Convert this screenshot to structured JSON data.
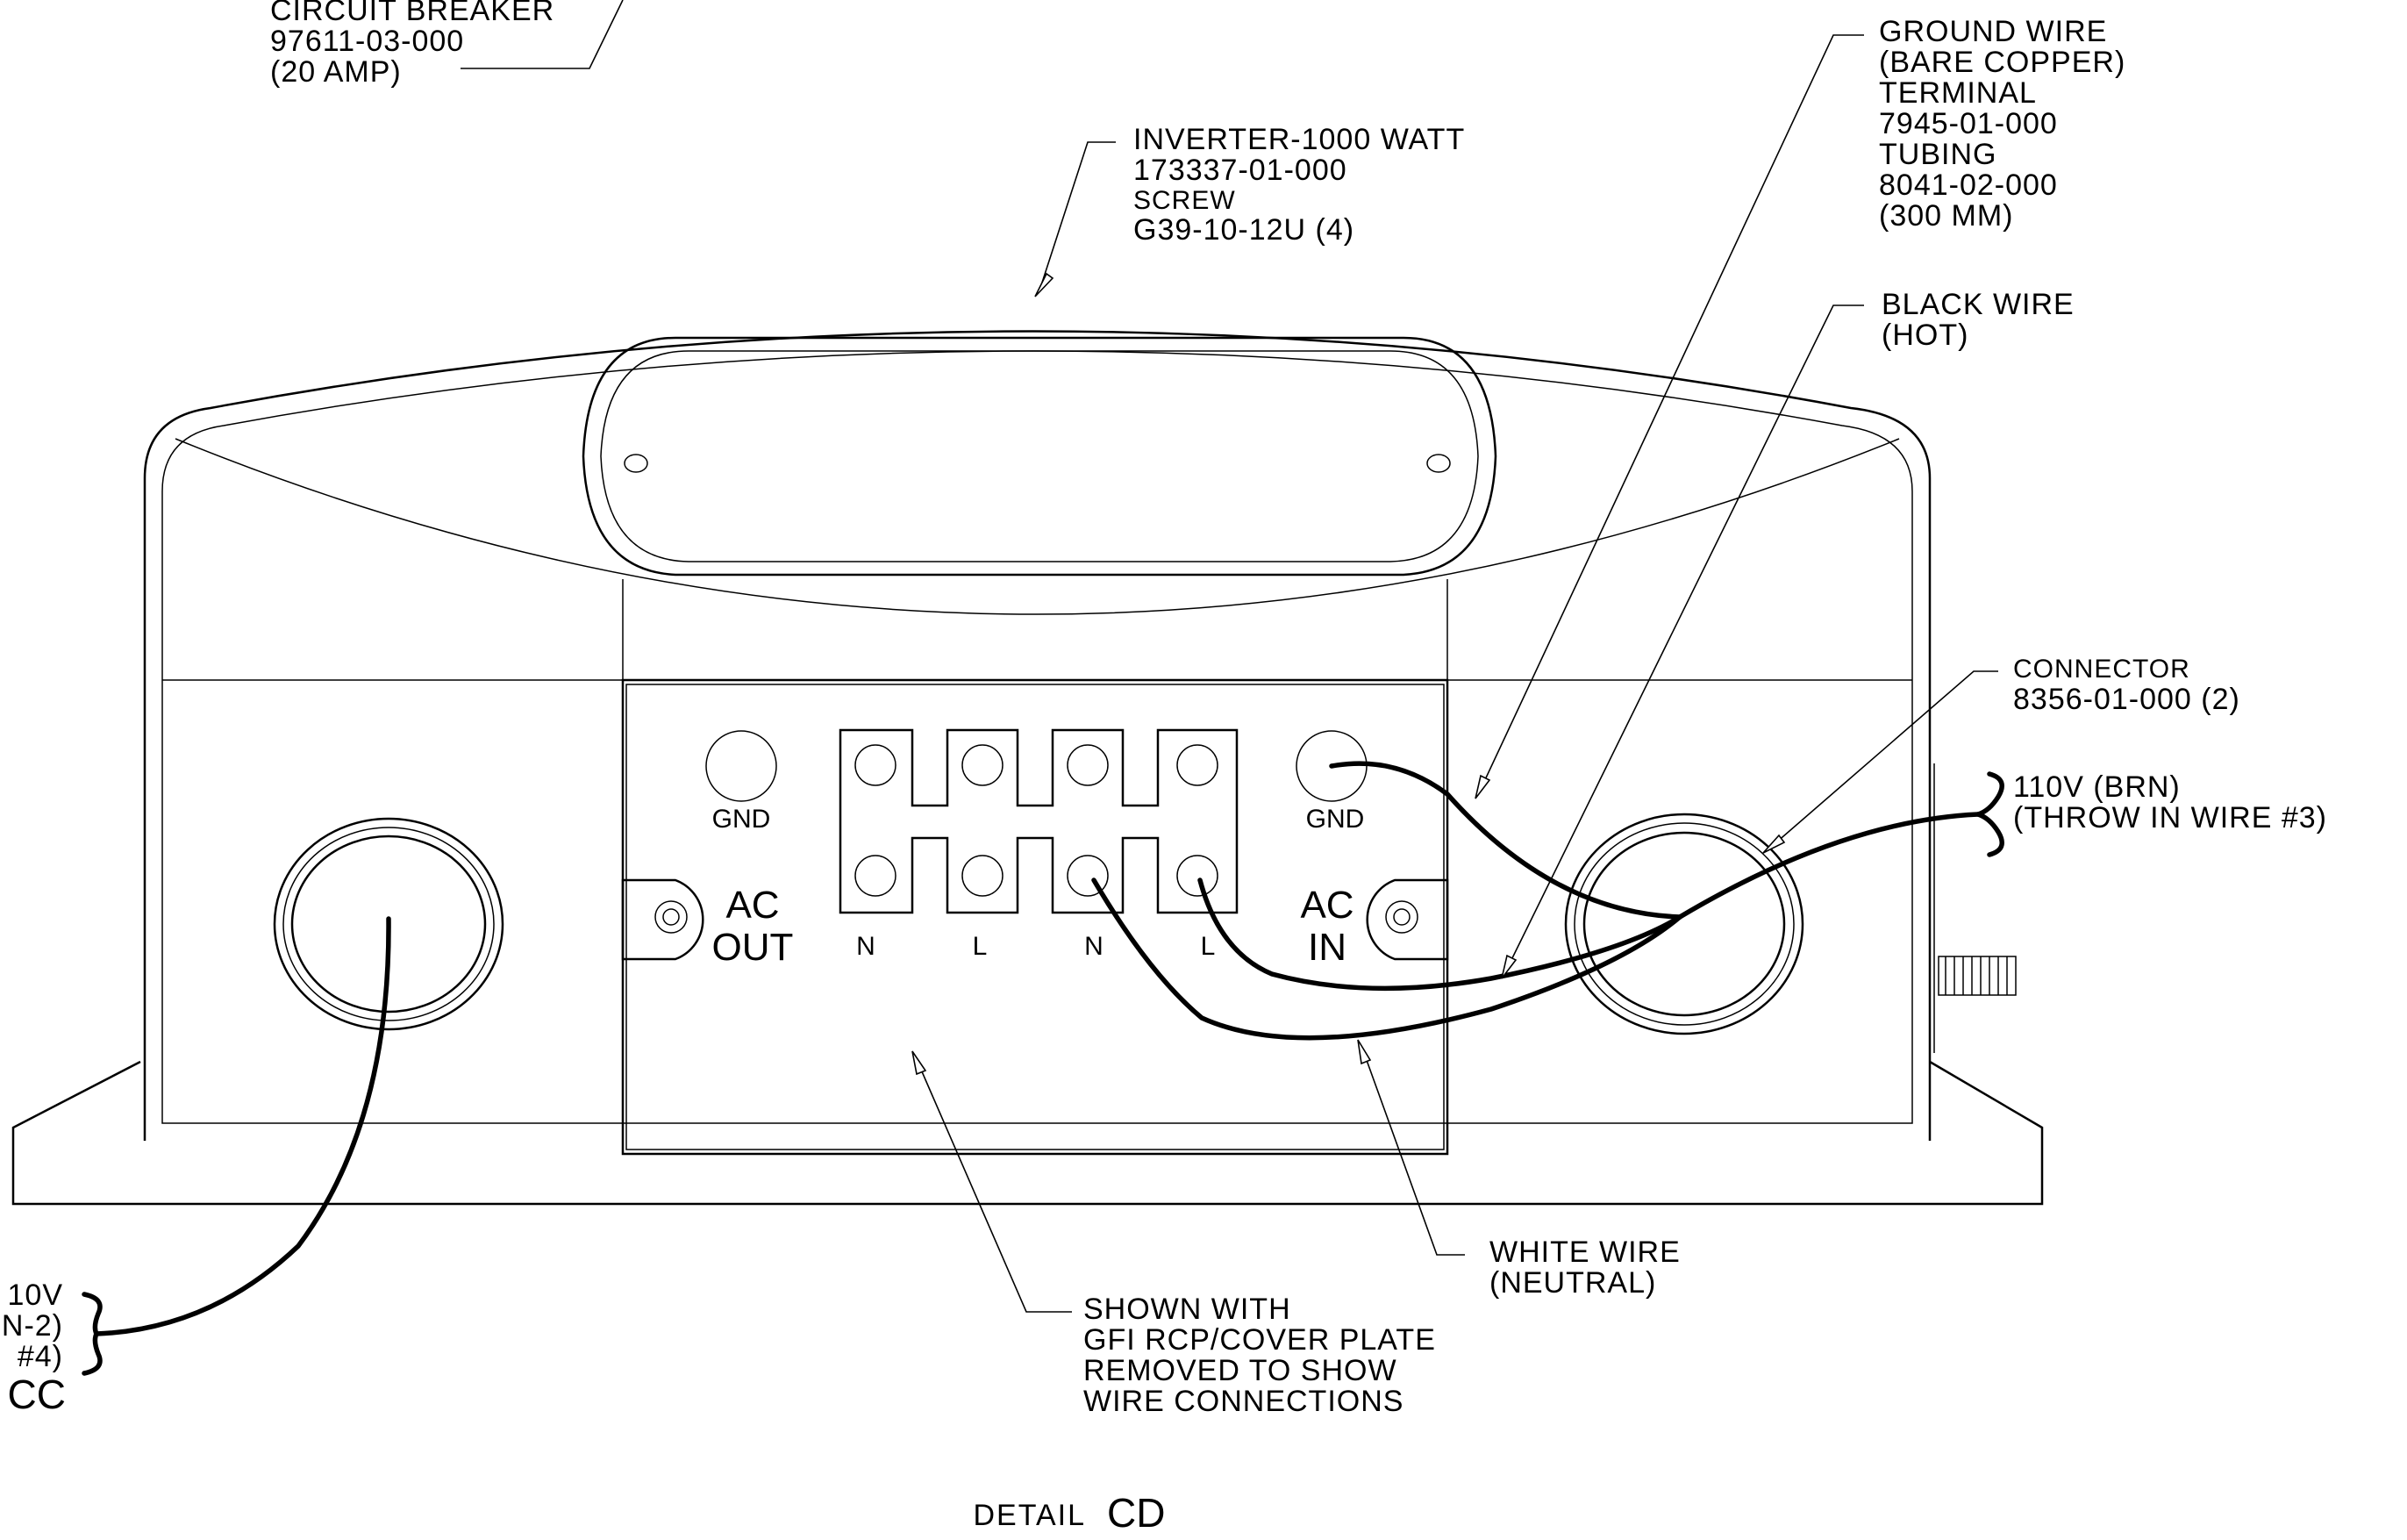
{
  "labels": {
    "circuit_breaker": [
      "CIRCUIT BREAKER",
      "97611-03-000",
      "(20 AMP)"
    ],
    "inverter": [
      "INVERTER-1000 WATT",
      "173337-01-000",
      "SCREW",
      "G39-10-12U (4)"
    ],
    "ground_wire": [
      "GROUND WIRE",
      "(BARE COPPER)",
      "TERMINAL",
      "7945-01-000",
      "TUBING",
      "8041-02-000",
      "(300 MM)"
    ],
    "black_wire": [
      "BLACK WIRE",
      "(HOT)"
    ],
    "connector": [
      "CONNECTOR",
      "8356-01-000 (2)"
    ],
    "brn_110v": [
      "110V (BRN)",
      "(THROW IN WIRE #3)"
    ],
    "white_wire": [
      "WHITE WIRE",
      "(NEUTRAL)"
    ],
    "shown_with": [
      "SHOWN WITH",
      "GFI RCP/COVER PLATE",
      "REMOVED TO SHOW",
      "WIRE CONNECTIONS"
    ],
    "left_cut": [
      "10V",
      "N-2)",
      "#4)",
      "CC"
    ]
  },
  "terminals": {
    "gnd_left": "GND",
    "gnd_right": "GND",
    "n1": "N",
    "l1": "L",
    "n2": "N",
    "l2": "L"
  },
  "panel": {
    "ac_out": [
      "AC",
      "OUT"
    ],
    "ac_in": [
      "AC",
      "IN"
    ]
  },
  "detail": {
    "prefix": "DETAIL",
    "id": "CD"
  }
}
